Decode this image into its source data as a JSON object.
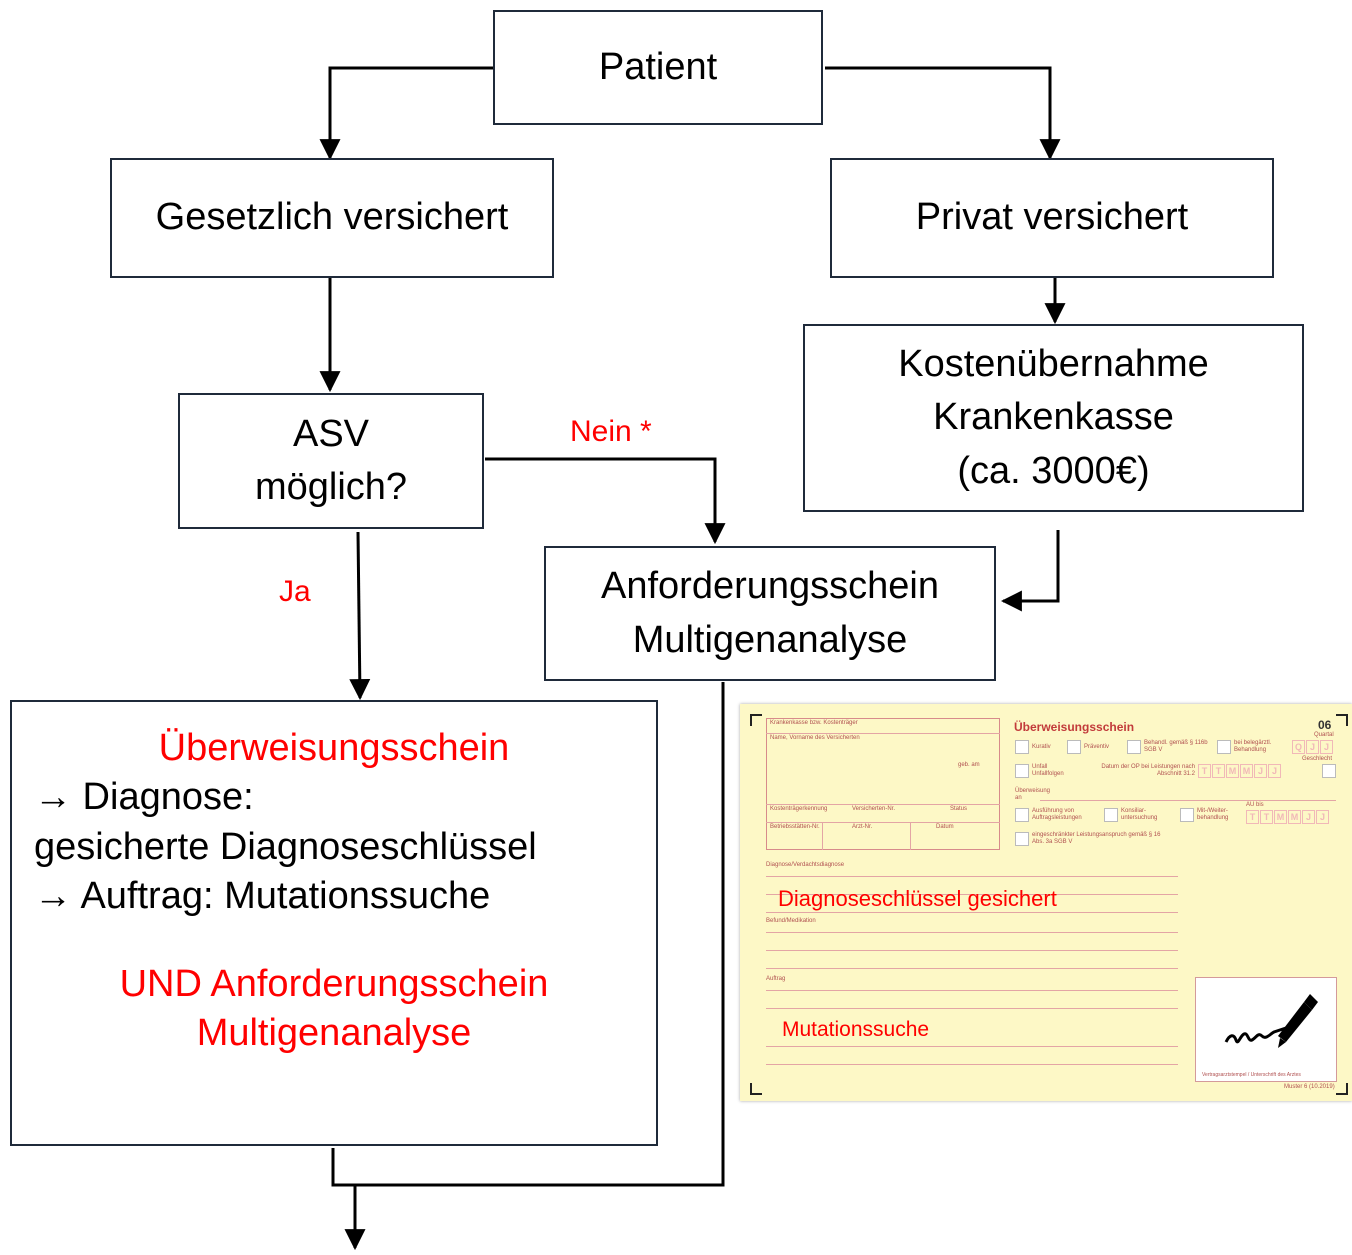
{
  "nodes": {
    "patient": "Patient",
    "gesetzlich": "Gesetzlich versichert",
    "privat": "Privat versichert",
    "asv_line1": "ASV",
    "asv_line2": "möglich?",
    "kosten_line1": "Kostenübernahme",
    "kosten_line2": "Krankenkasse",
    "kosten_line3": "(ca. 3000€)",
    "anford_line1": "Anforderungsschein",
    "anford_line2": "Multigenanalyse",
    "ueberweisung_title": "Überweisungsschein",
    "ueberweisung_line1": "→ Diagnose:",
    "ueberweisung_line2": "gesicherte Diagnoseschlüssel",
    "ueberweisung_line3": "→ Auftrag: Mutationssuche",
    "ueberweisung_und1": "UND Anforderungsschein",
    "ueberweisung_und2": "Multigenanalyse"
  },
  "edges": {
    "nein": "Nein *",
    "ja": "Ja"
  },
  "form": {
    "title": "Überweisungsschein",
    "number": "06",
    "quartal": "Quartal",
    "geschlecht": "Geschlecht",
    "krankenkasse": "Krankenkasse bzw. Kostenträger",
    "name": "Name, Vorname des Versicherten",
    "geb": "geb. am",
    "kostentraegerkennung": "Kostenträgerkennung",
    "versicherten_nr": "Versicherten-Nr.",
    "status": "Status",
    "betriebsstaetten_nr": "Betriebsstätten-Nr.",
    "arzt_nr": "Arzt-Nr.",
    "datum": "Datum",
    "kurativ": "Kurativ",
    "praeventiv": "Präventiv",
    "behandl": "Behandl. gemäß § 116b SGB V",
    "belegaerztl": "bei belegärztl. Behandlung",
    "unfall": "Unfall Unfallfolgen",
    "datum_op": "Datum der OP bei Leistungen nach Abschnitt 31.2",
    "ueberweisung_an": "Überweisung an",
    "ausfuehrung": "Ausführung von Auftragsleistungen",
    "konsiliar": "Konsiliar- untersuchung",
    "mitweiter": "Mit-/Weiter- behandlung",
    "au_bis": "AU bis",
    "eingeschraenkt": "eingeschränkter Leistungsanspruch gemäß § 16 Abs. 3a SGB V",
    "diagnose_label": "Diagnose/Verdachtsdiagnose",
    "befund_label": "Befund/Medikation",
    "auftrag_label": "Auftrag",
    "diagnose_fill": "Diagnoseschlüssel gesichert",
    "auftrag_fill": "Mutationssuche",
    "stempel": "Vertragsarztstempel / Unterschrift des Arztes",
    "muster": "Muster 6 (10.2019)",
    "digit_q": "Q",
    "digit_j": "J",
    "digit_t": "T",
    "digit_m": "M"
  },
  "colors": {
    "box_border": "#1f2a3a",
    "arrow": "#000000",
    "highlight": "#ff0000",
    "form_bg": "#fdf8c6"
  }
}
